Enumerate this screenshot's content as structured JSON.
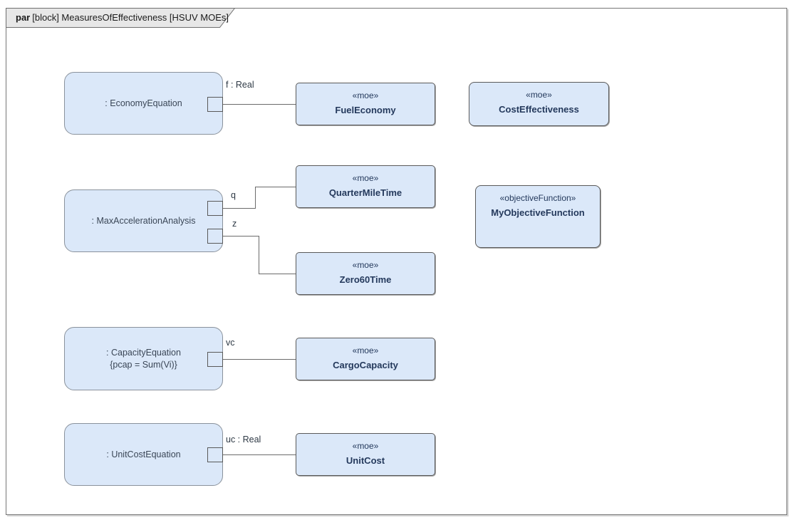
{
  "tab": {
    "keyword": "par",
    "title": "[block] MeasuresOfEffectiveness [HSUV MOEs]"
  },
  "colors": {
    "node_fill": "#dbe8f9",
    "constraint_block_border": "#8a929c",
    "moe_border": "#5a5a5a",
    "moe_text": "#24395c",
    "connector": "#6b6b6b",
    "frame_border": "#767676",
    "tab_fill": "#e7e7e7"
  },
  "constraint_blocks": {
    "economy": {
      "label": ": EconomyEquation"
    },
    "max_acceleration": {
      "label": ": MaxAccelerationAnalysis"
    },
    "capacity": {
      "label": ": CapacityEquation",
      "constraint": "{pcap = Sum(Vi)}"
    },
    "unit_cost": {
      "label": ": UnitCostEquation"
    }
  },
  "moe_nodes": {
    "fuel_economy": {
      "stereotype": "«moe»",
      "name": "FuelEconomy"
    },
    "cost_effectiveness": {
      "stereotype": "«moe»",
      "name": "CostEffectiveness"
    },
    "quarter_mile_time": {
      "stereotype": "«moe»",
      "name": "QuarterMileTime"
    },
    "my_objective_function": {
      "stereotype": "«objectiveFunction»",
      "name": "MyObjectiveFunction"
    },
    "zero60_time": {
      "stereotype": "«moe»",
      "name": "Zero60Time"
    },
    "cargo_capacity": {
      "stereotype": "«moe»",
      "name": "CargoCapacity"
    },
    "unit_cost": {
      "stereotype": "«moe»",
      "name": "UnitCost"
    }
  },
  "connector_labels": {
    "f": "f : Real",
    "q": "q",
    "z": "z",
    "vc": "vc",
    "uc": "uc : Real"
  }
}
